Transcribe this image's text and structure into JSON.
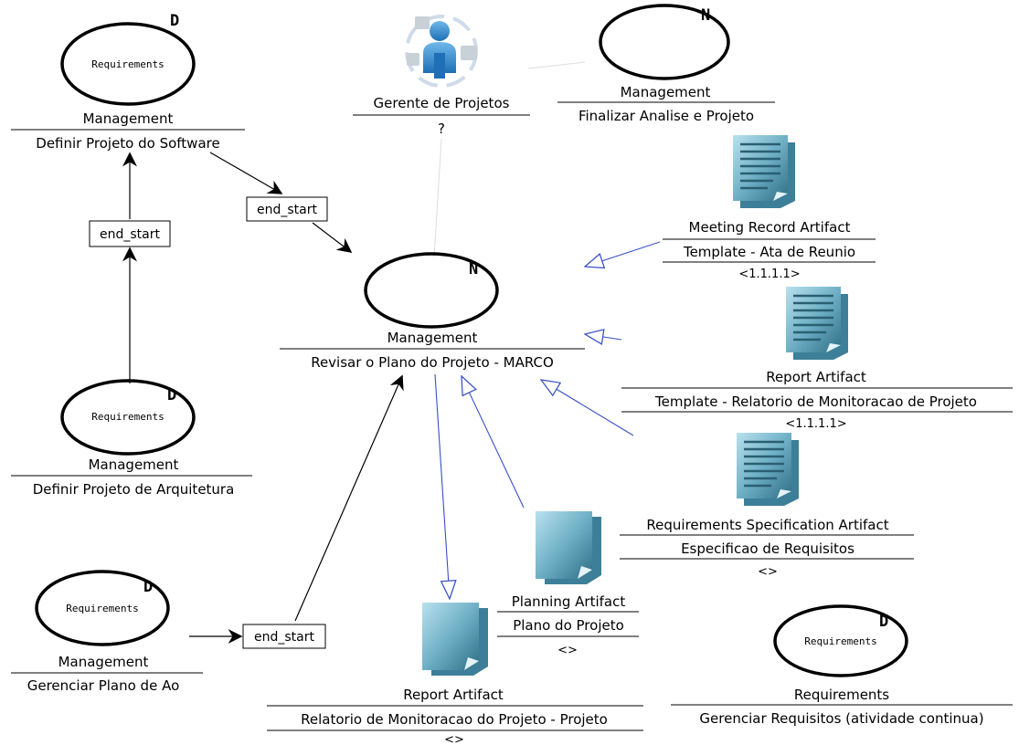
{
  "activities": {
    "definir_projeto_software": {
      "stereotype": "Requirements",
      "badge": "D",
      "role": "Management",
      "name": "Definir Projeto do Software"
    },
    "definir_projeto_arquitetura": {
      "stereotype": "Requirements",
      "badge": "D",
      "role": "Management",
      "name": "Definir Projeto de Arquitetura"
    },
    "gerenciar_plano_ao": {
      "stereotype": "Requirements",
      "badge": "D",
      "role": "Management",
      "name": "Gerenciar Plano de Ao"
    },
    "gerenciar_requisitos": {
      "stereotype": "Requirements",
      "badge": "D",
      "role": "Requirements",
      "name": "Gerenciar Requisitos (atividade continua)"
    },
    "finalizar_analise": {
      "badge": "N",
      "role": "Management",
      "name": "Finalizar Analise e Projeto"
    },
    "revisar_plano": {
      "badge": "N",
      "role": "Management",
      "name": "Revisar o Plano do Projeto - MARCO"
    }
  },
  "role": {
    "name": "Gerente de Projetos",
    "value": "?",
    "icon": "project-manager-icon"
  },
  "relations": {
    "software_to_revisar": "end_start",
    "arquitetura_to_software": "end_start",
    "plano_ao_to_revisar": "end_start"
  },
  "artifacts": {
    "meeting_record": {
      "type": "Meeting Record Artifact",
      "name": "Template - Ata de Reunio",
      "version": "<1.1.1.1>",
      "icon": "document-icon"
    },
    "report_template": {
      "type": "Report Artifact",
      "name": "Template - Relatorio de Monitoracao de Projeto",
      "version": "<1.1.1.1>",
      "icon": "document-icon"
    },
    "requirements_spec": {
      "type": "Requirements Specification Artifact",
      "name": "Especificao de Requisitos",
      "version": "<>",
      "icon": "document-icon"
    },
    "planning": {
      "type": "Planning Artifact",
      "name": "Plano do Projeto",
      "version": "<>",
      "icon": "blank-document-icon"
    },
    "report_projeto": {
      "type": "Report Artifact",
      "name": "Relatorio de Monitoracao do Projeto - Projeto",
      "version": "<>",
      "icon": "blank-document-icon"
    }
  },
  "colors": {
    "artifact_link": "#3a4fc8",
    "role_link": "#cccccc",
    "dependency": "#000000",
    "doc_fill": "#4e8fa6",
    "doc_fill_light": "#a9d7e6"
  }
}
